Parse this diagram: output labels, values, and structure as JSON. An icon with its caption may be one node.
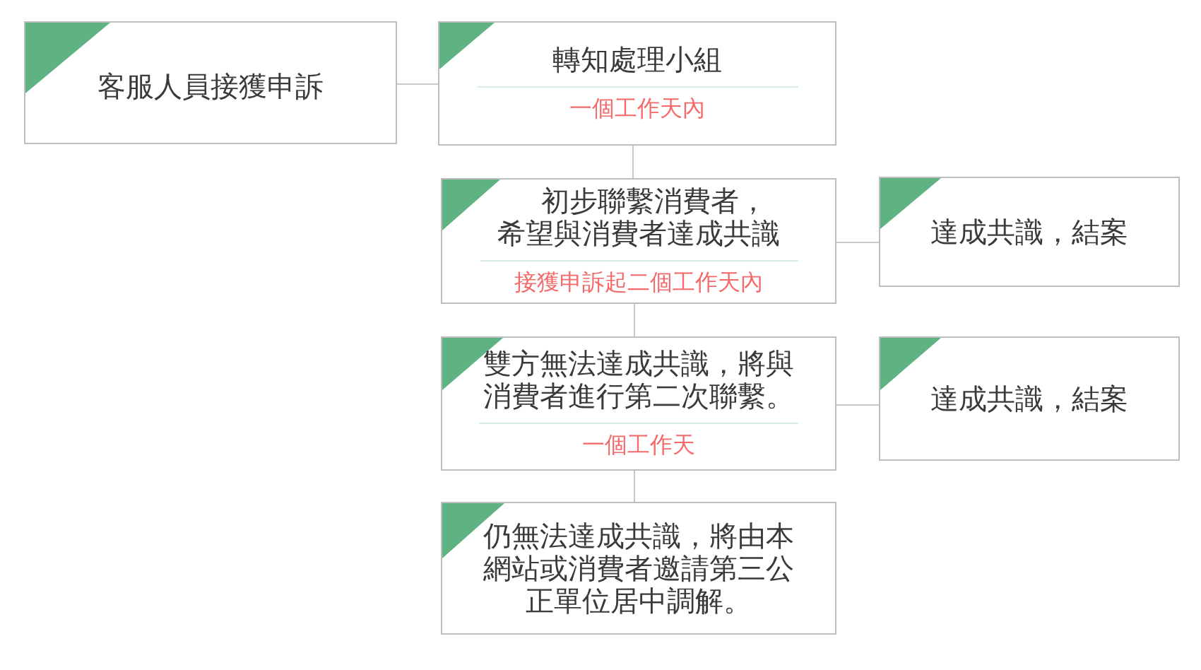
{
  "diagram": {
    "nodes": [
      {
        "text": [
          "客服人員接獲申訴"
        ]
      },
      {
        "text": [
          "轉知處理小組",
          "一個工作天內"
        ]
      },
      {
        "text": [
          "初步聯繫消費者，希望與消費者達成共識",
          "接獲申訴起二個工作天內"
        ]
      },
      {
        "text": [
          "達成共識，結案"
        ]
      },
      {
        "text": [
          "雙方無法達成共識，將與消費者進行第二次聯繫。",
          "一個工作天"
        ]
      },
      {
        "text": [
          "達成共識，結案"
        ]
      },
      {
        "text": [
          "仍無法達成共識，將由本網站或消費者邀請第三公正單位居中調解。"
        ]
      }
    ],
    "edges": [
      {
        "from": 0,
        "to": 1,
        "arrow": "none"
      },
      {
        "from": 1,
        "to": 2,
        "arrow": "none"
      },
      {
        "from": 2,
        "to": 3,
        "arrow": "none"
      },
      {
        "from": 2,
        "to": 4,
        "arrow": "none"
      },
      {
        "from": 4,
        "to": 5,
        "arrow": "none"
      },
      {
        "from": 4,
        "to": 6,
        "arrow": "none"
      }
    ]
  }
}
